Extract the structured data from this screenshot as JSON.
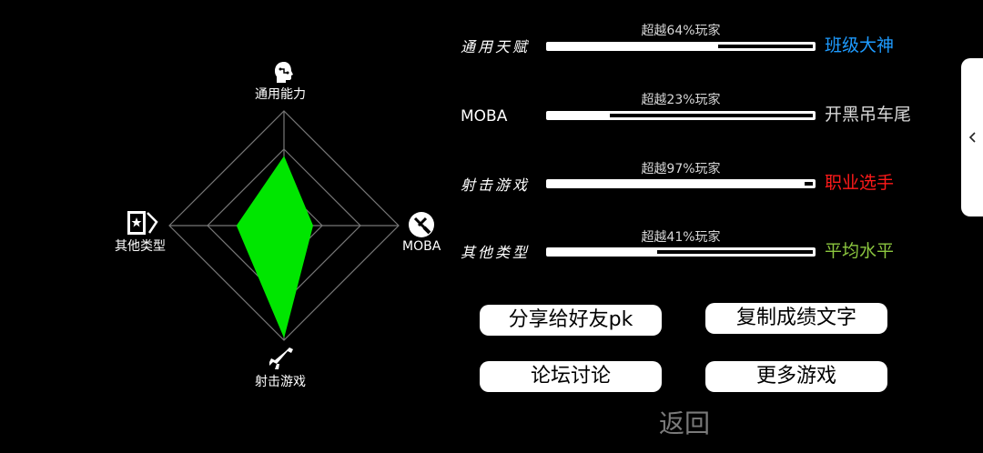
{
  "radar": {
    "axes": [
      {
        "key": "top",
        "label": "通用能力",
        "icon": "head-icon",
        "value": 0.6
      },
      {
        "key": "right",
        "label": "MOBA",
        "icon": "moba-icon",
        "value": 0.25
      },
      {
        "key": "bottom",
        "label": "射击游戏",
        "icon": "gun-icon",
        "value": 0.97
      },
      {
        "key": "left",
        "label": "其他类型",
        "icon": "card-icon",
        "value": 0.41
      }
    ],
    "rings": 3,
    "fill_color": "#00e600",
    "grid_color": "#777777"
  },
  "rows": [
    {
      "label": "通用天赋",
      "percent_text": "超越64%玩家",
      "percent": 64,
      "rank": "班级大神",
      "rank_color": "#1e9bff"
    },
    {
      "label": "MOBA",
      "percent_text": "超越23%玩家",
      "percent": 23,
      "rank": "开黑吊车尾",
      "rank_color": "#d8d8d8"
    },
    {
      "label": "射击游戏",
      "percent_text": "超越97%玩家",
      "percent": 97,
      "rank": "职业选手",
      "rank_color": "#ff1a1a"
    },
    {
      "label": "其他类型",
      "percent_text": "超越41%玩家",
      "percent": 41,
      "rank": "平均水平",
      "rank_color": "#8cc63f"
    }
  ],
  "buttons": {
    "share": "分享给好友pk",
    "copy": "复制成绩文字",
    "forum": "论坛讨论",
    "more": "更多游戏"
  },
  "back": "返回",
  "side_tab_icon": "chevron-left-icon"
}
